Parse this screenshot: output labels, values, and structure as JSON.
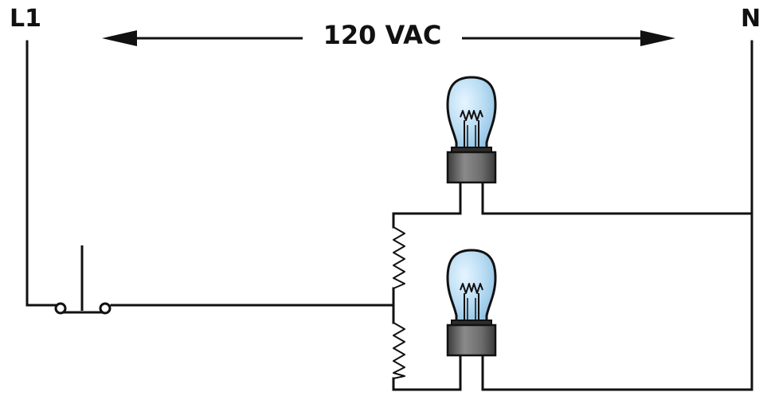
{
  "labels": {
    "line": "L1",
    "neutral": "N",
    "voltage": "120 VAC"
  },
  "colors": {
    "wire": "#111111",
    "bulb_glass": "#b9dcf3",
    "bulb_glass_edge": "#7fb4d9",
    "bulb_base": "#6b6b6b"
  },
  "icons": {
    "lamp": "light-bulb-icon",
    "switch": "pushbutton-switch-icon",
    "resistor": "resistor-icon"
  }
}
